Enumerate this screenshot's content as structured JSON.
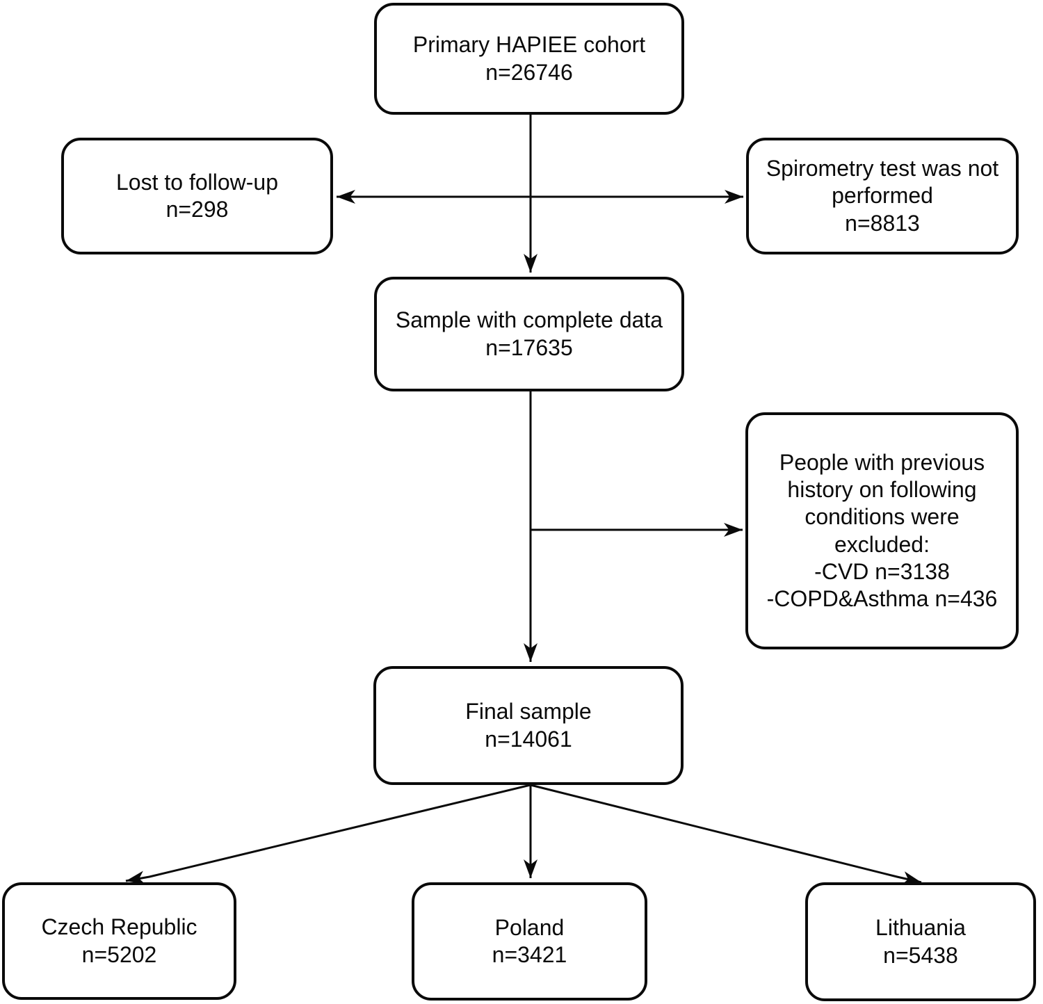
{
  "diagram": {
    "type": "flowchart",
    "background": "#ffffff",
    "box_fill": "#ffffff",
    "box_border_color": "#0a0a0a",
    "line_color": "#0a0a0a",
    "text_color": "#0a0a0a"
  },
  "nodes": {
    "primary": {
      "label": "Primary HAPIEE cohort",
      "n": 26746,
      "lines": [
        "Primary HAPIEE cohort",
        "n=26746"
      ]
    },
    "lost": {
      "label": "Lost to follow-up",
      "n": 298,
      "lines": [
        "Lost to follow-up",
        "n=298"
      ]
    },
    "spirometry": {
      "label": "Spirometry test was not performed",
      "n": 8813,
      "lines": [
        "Spirometry test was not",
        "performed",
        "n=8813"
      ]
    },
    "sample": {
      "label": "Sample with complete data",
      "n": 17635,
      "lines": [
        "Sample with complete data",
        "n=17635"
      ]
    },
    "excluded": {
      "label": "People with previous history on following conditions were excluded: -CVD n=3138 -COPD&Asthma n=436",
      "cvd_n": 3138,
      "copd_asthma_n": 436,
      "lines": [
        "People with previous",
        "history on following",
        "conditions were",
        "excluded:",
        "-CVD n=3138",
        "-COPD&Asthma n=436"
      ]
    },
    "final": {
      "label": "Final sample",
      "n": 14061,
      "lines": [
        "Final sample",
        "n=14061"
      ]
    },
    "czech": {
      "label": "Czech Republic",
      "n": 5202,
      "lines": [
        "Czech Republic",
        "n=5202"
      ]
    },
    "poland": {
      "label": "Poland",
      "n": 3421,
      "lines": [
        "Poland",
        "n=3421"
      ]
    },
    "lithuania": {
      "label": "Lithuania",
      "n": 5438,
      "lines": [
        "Lithuania",
        "n=5438"
      ]
    }
  },
  "edges": [
    {
      "from": "primary",
      "to": "sample"
    },
    {
      "from": "primary",
      "to": "lost"
    },
    {
      "from": "primary",
      "to": "spirometry"
    },
    {
      "from": "sample",
      "to": "final"
    },
    {
      "from": "sample",
      "to": "excluded"
    },
    {
      "from": "final",
      "to": "czech"
    },
    {
      "from": "final",
      "to": "poland"
    },
    {
      "from": "final",
      "to": "lithuania"
    }
  ]
}
